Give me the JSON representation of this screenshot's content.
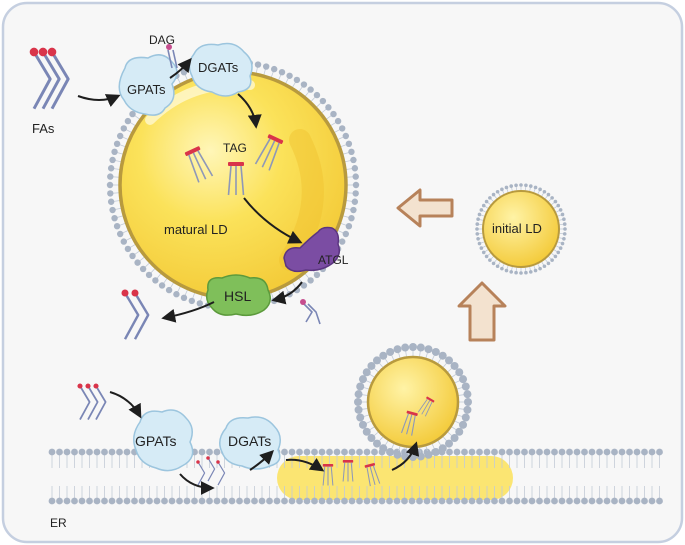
{
  "labels": {
    "fas": "FAs",
    "dag": "DAG",
    "gpats_top": "GPATs",
    "dgats_top": "DGATs",
    "tag": "TAG",
    "matural_ld": "matural LD",
    "atgl": "ATGL",
    "hsl": "HSL",
    "initial_ld": "initial LD",
    "gpats_er": "GPATs",
    "dgats_er": "DGATs",
    "er": "ER"
  },
  "colors": {
    "panel_border": "#c5cfe0",
    "panel_bg": "#f7f7f7",
    "ld_yellow": "#fbe25a",
    "ld_rim": "#b89a3e",
    "membrane_head": "#a9b4c4",
    "enzyme_blue": "#d6ebf6",
    "atgl_purple": "#7b4da3",
    "hsl_green": "#7fbf5a",
    "big_arrow": "#f3e2cf",
    "big_arrow_stroke": "#b7825a",
    "lipid_head": "#d9344a",
    "lipid_tail": "#7a86b5"
  }
}
